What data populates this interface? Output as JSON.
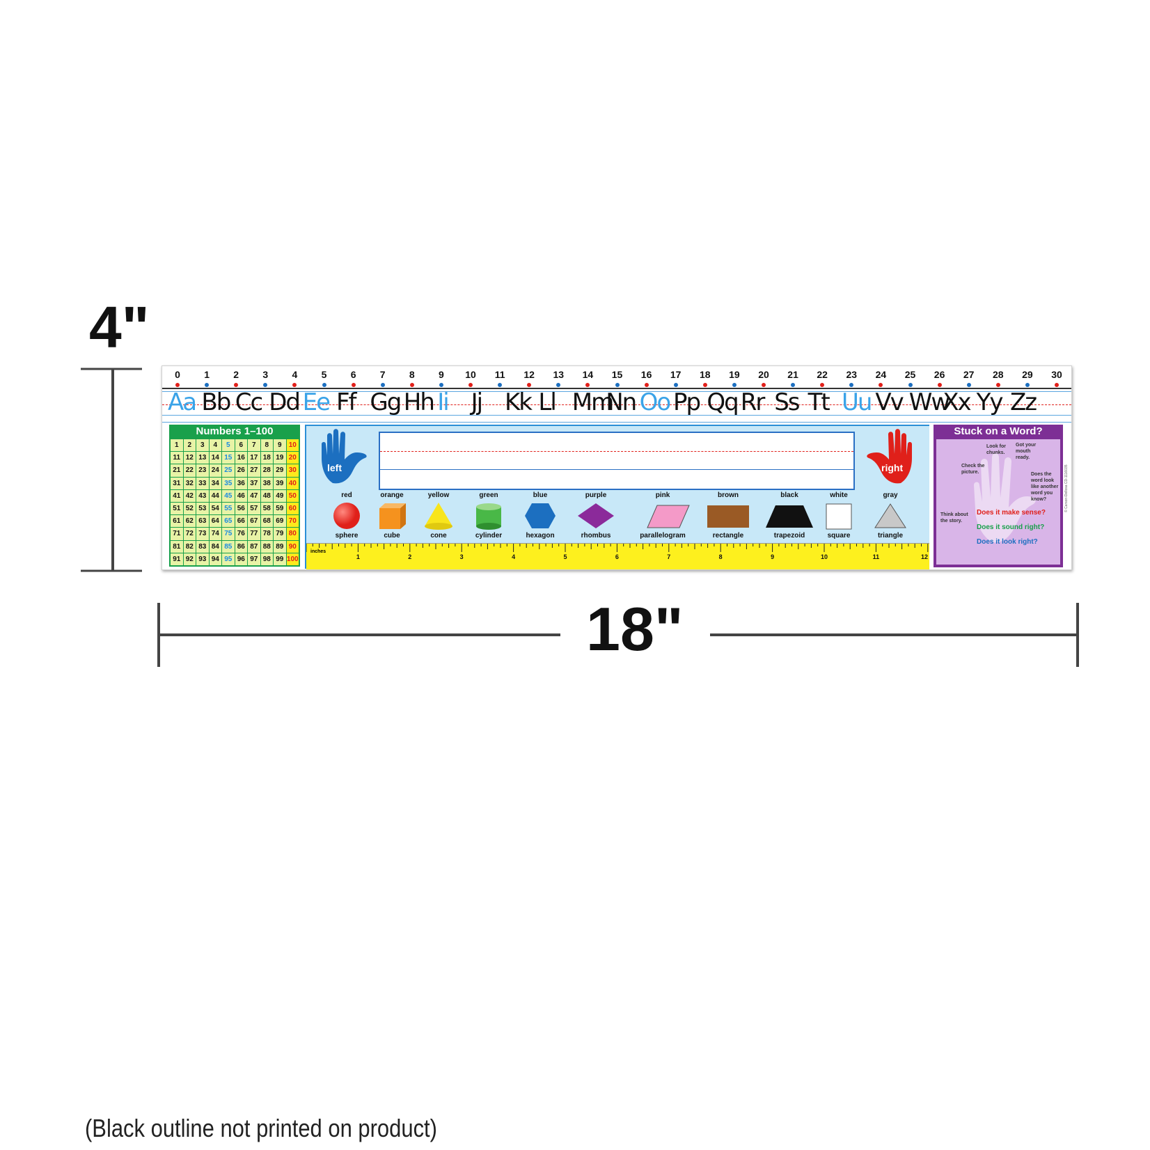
{
  "dimensions": {
    "height_label": "4\"",
    "width_label": "18\"",
    "caption": "(Black outline not printed on product)"
  },
  "number_line": [
    "0",
    "1",
    "2",
    "3",
    "4",
    "5",
    "6",
    "7",
    "8",
    "9",
    "10",
    "11",
    "12",
    "13",
    "14",
    "15",
    "16",
    "17",
    "18",
    "19",
    "20",
    "21",
    "22",
    "23",
    "24",
    "25",
    "26",
    "27",
    "28",
    "29",
    "30"
  ],
  "alphabet": [
    {
      "text": "Aa",
      "vowel": true
    },
    {
      "text": "Bb",
      "vowel": false
    },
    {
      "text": "Cc",
      "vowel": false
    },
    {
      "text": "Dd",
      "vowel": false
    },
    {
      "text": "Ee",
      "vowel": true
    },
    {
      "text": "Ff",
      "vowel": false
    },
    {
      "text": "Gg",
      "vowel": false
    },
    {
      "text": "Hh",
      "vowel": false
    },
    {
      "text": "Ii",
      "vowel": true
    },
    {
      "text": "Jj",
      "vowel": false
    },
    {
      "text": "Kk",
      "vowel": false
    },
    {
      "text": "Ll",
      "vowel": false
    },
    {
      "text": "Mm",
      "vowel": false
    },
    {
      "text": "Nn",
      "vowel": false
    },
    {
      "text": "Oo",
      "vowel": true
    },
    {
      "text": "Pp",
      "vowel": false
    },
    {
      "text": "Qq",
      "vowel": false
    },
    {
      "text": "Rr",
      "vowel": false
    },
    {
      "text": "Ss",
      "vowel": false
    },
    {
      "text": "Tt",
      "vowel": false
    },
    {
      "text": "Uu",
      "vowel": true
    },
    {
      "text": "Vv",
      "vowel": false
    },
    {
      "text": "Ww",
      "vowel": false
    },
    {
      "text": "Xx",
      "vowel": false
    },
    {
      "text": "Yy",
      "vowel": false
    },
    {
      "text": "Zz",
      "vowel": false
    }
  ],
  "numbers_chart": {
    "title": "Numbers 1–100",
    "max": 100
  },
  "hands": {
    "left": "left",
    "right": "right"
  },
  "shapes": [
    {
      "color_name": "red",
      "shape_name": "sphere",
      "shape": "sphere",
      "fill": "#e0201a"
    },
    {
      "color_name": "orange",
      "shape_name": "cube",
      "shape": "cube",
      "fill": "#f5921e"
    },
    {
      "color_name": "yellow",
      "shape_name": "cone",
      "shape": "cone",
      "fill": "#f8e51c"
    },
    {
      "color_name": "green",
      "shape_name": "cylinder",
      "shape": "cylinder",
      "fill": "#49b847"
    },
    {
      "color_name": "blue",
      "shape_name": "hexagon",
      "shape": "hexagon",
      "fill": "#1c6fc0"
    },
    {
      "color_name": "purple",
      "shape_name": "rhombus",
      "shape": "rhombus",
      "fill": "#8b2a9a"
    },
    {
      "color_name": "pink",
      "shape_name": "parallelogram",
      "shape": "parallelogram",
      "fill": "#f49ac8"
    },
    {
      "color_name": "brown",
      "shape_name": "rectangle",
      "shape": "rectangle",
      "fill": "#9a5a25"
    },
    {
      "color_name": "black",
      "shape_name": "trapezoid",
      "shape": "trapezoid",
      "fill": "#111111"
    },
    {
      "color_name": "white",
      "shape_name": "square",
      "shape": "square",
      "fill": "#ffffff"
    },
    {
      "color_name": "gray",
      "shape_name": "triangle",
      "shape": "triangle",
      "fill": "#c8c8c8"
    }
  ],
  "ruler": {
    "unit_label": "inches",
    "numbers": [
      "1",
      "2",
      "3",
      "4",
      "5",
      "6",
      "7",
      "8",
      "9",
      "10",
      "11",
      "12"
    ]
  },
  "stuck": {
    "title": "Stuck on a Word?",
    "tips": {
      "chunks": "Look for chunks.",
      "mouth": "Got your mouth ready.",
      "picture": "Check the picture.",
      "another": "Does the word look like another word you know?",
      "story": "Think about the story."
    },
    "questions": [
      {
        "text": "Does it make sense?",
        "color": "#e0201a"
      },
      {
        "text": "Does it sound right?",
        "color": "#19a04b"
      },
      {
        "text": "Does it look right?",
        "color": "#1c6fc0"
      }
    ],
    "copyright": "© Carson-Dellosa CD-1116035"
  },
  "colors": {
    "number_dot_even": "#e0201a",
    "number_dot_odd": "#1c6fc0",
    "vowel": "#3aa3e8",
    "consonant": "#111111",
    "hand_left": "#1c6fc0",
    "hand_right": "#e0201a"
  }
}
